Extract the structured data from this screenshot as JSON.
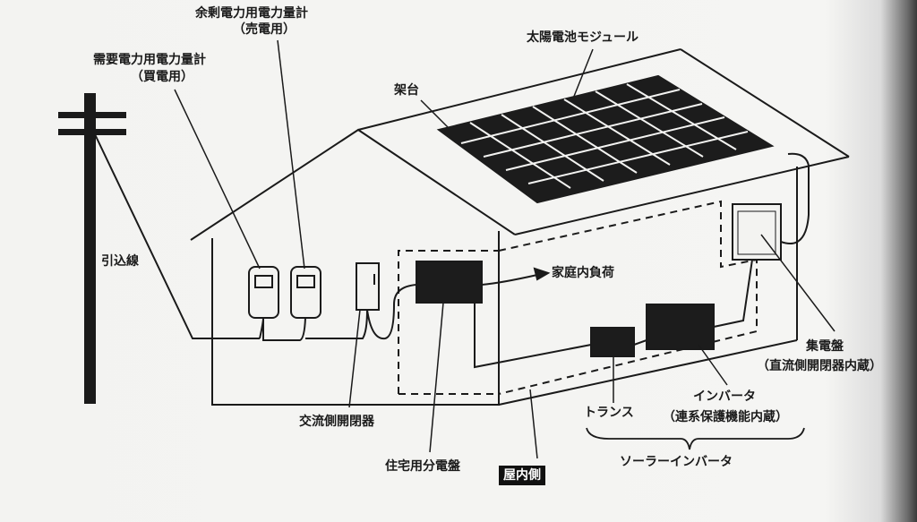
{
  "labels": {
    "surplus_meter": "余剰電力用電力量計",
    "surplus_meter_sub": "（売電用）",
    "demand_meter": "需要電力用電力量計",
    "demand_meter_sub": "（買電用）",
    "solar_module": "太陽電池モジュール",
    "mount": "架台",
    "service_line": "引込線",
    "household_load": "家庭内負荷",
    "junction_box": "集電盤",
    "junction_box_sub": "（直流側開閉器内蔵）",
    "inverter": "インバータ",
    "inverter_sub": "（連系保護機能内蔵）",
    "transformer": "トランス",
    "ac_switch": "交流側開閉器",
    "distribution_board": "住宅用分電盤",
    "indoor_side": "屋内側",
    "solar_inverter": "ソーラーインバータ"
  }
}
